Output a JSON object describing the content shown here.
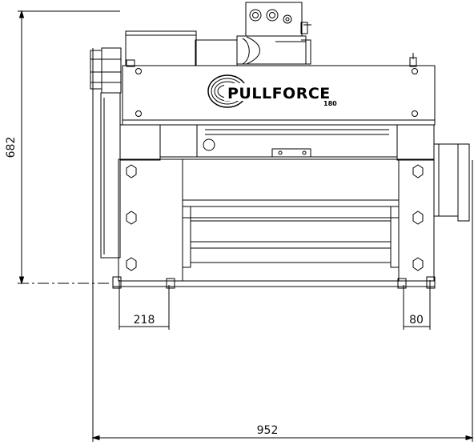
{
  "dimensions": {
    "height_overall": "682",
    "left_foot_width": "218",
    "right_foot_width": "80",
    "overall_width": "952"
  },
  "logo": {
    "brand": "PULLFORCE",
    "suffix": "180"
  },
  "colors": {
    "line": "#000000",
    "background": "#ffffff"
  }
}
